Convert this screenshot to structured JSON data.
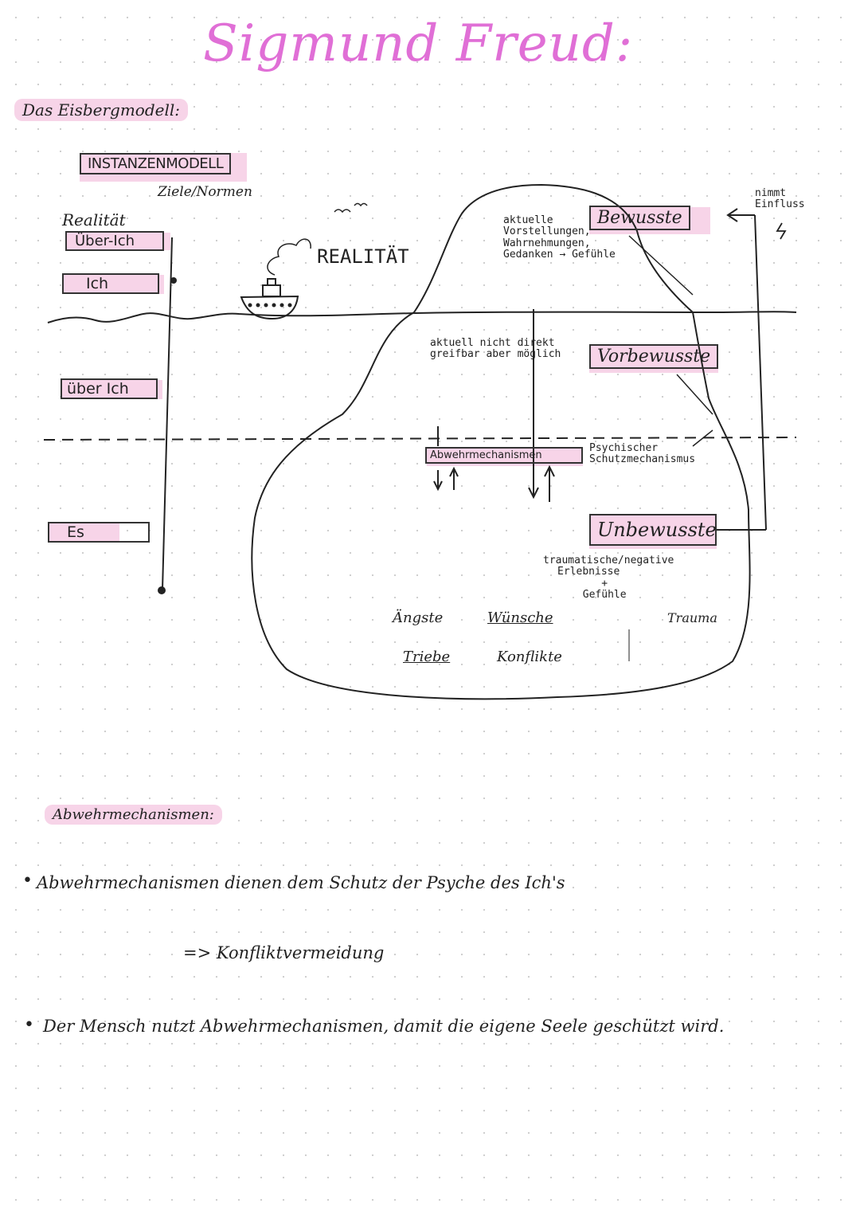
{
  "title": "Sigmund Freud:",
  "section1": "Das Eisbergmodell:",
  "instanzen": {
    "heading": "INSTANZENMODELL",
    "sub": "Ziele/Normen",
    "realitaet": "Realität",
    "ueber_ich_top": "Über-Ich",
    "ich": "Ich",
    "ueber_ich_mid": "über Ich",
    "es": "Es"
  },
  "scene": {
    "realitaet_label": "REALITÄT"
  },
  "iceberg": {
    "bewusste": "Bewusste",
    "bewusste_note": [
      "aktuelle",
      "Vorstellungen,",
      "Wahrnehmungen,",
      "Gedanken → Gefühle"
    ],
    "vorbewusste": "Vorbewusste",
    "vorbewusste_note": [
      "aktuell nicht direkt",
      "greifbar aber möglich"
    ],
    "abwehr_box": "Abwehrmechanismen",
    "psych_note": [
      "Psychischer",
      "Schutzmechanismus"
    ],
    "unbewusste": "Unbewusste",
    "unbewusste_note": [
      "traumatische/negative",
      "Erlebnisse",
      "+",
      "Gefühle"
    ],
    "angste": "Ängste",
    "wuensche": "Wünsche",
    "trauma": "Trauma",
    "triebe": "Triebe",
    "konflikte": "Konflikte",
    "einfluss": [
      "nimmt",
      "Einfluss"
    ]
  },
  "section2": "Abwehrmechanismen:",
  "bullets": {
    "b1_bullet": "•",
    "b1": "Abwehrmechanismen dienen dem Schutz der Psyche des Ich's",
    "arrow": "=> Konfliktvermeidung",
    "b2_bullet": "•",
    "b2": "Der Mensch nutzt Abwehrmechanismen, damit die eigene Seele geschützt wird."
  }
}
